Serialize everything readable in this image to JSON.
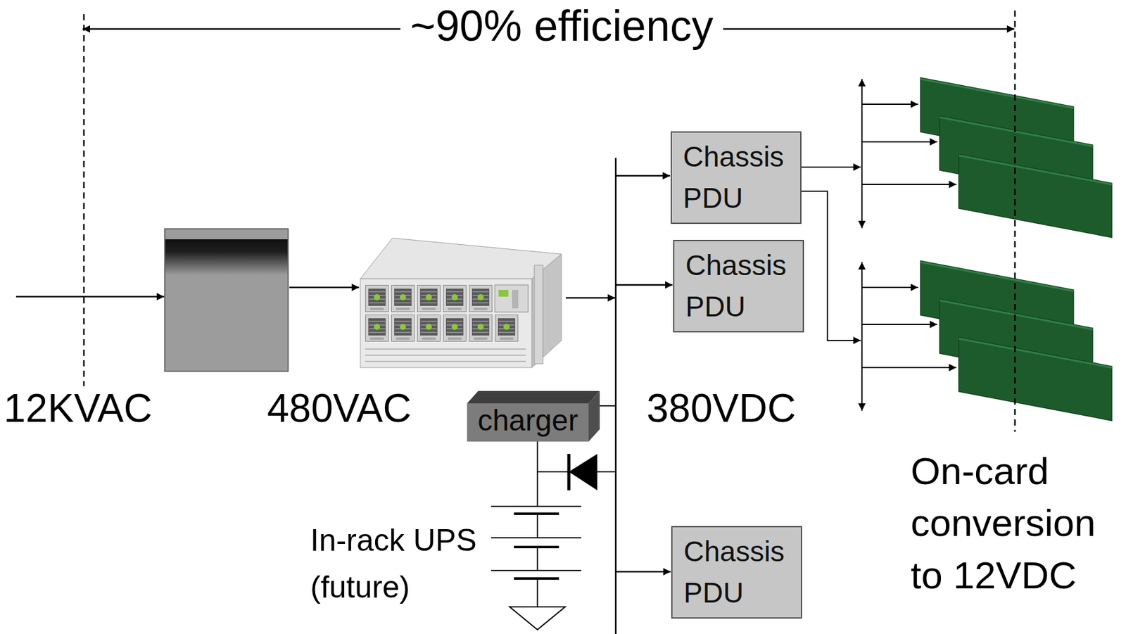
{
  "diagram": {
    "title": "~90% efficiency",
    "nodes": [
      {
        "text": [
          "Chassis PDU"
        ]
      },
      {
        "text": [
          "Chassis PDU"
        ]
      },
      {
        "text": [
          "charger"
        ]
      },
      {
        "text": [
          "Chassis PDU"
        ]
      }
    ],
    "labels": [
      "12KVAC",
      "480VAC",
      "380VDC",
      "On-card conversion to 12VDC",
      "In-rack UPS",
      "(future)"
    ]
  }
}
